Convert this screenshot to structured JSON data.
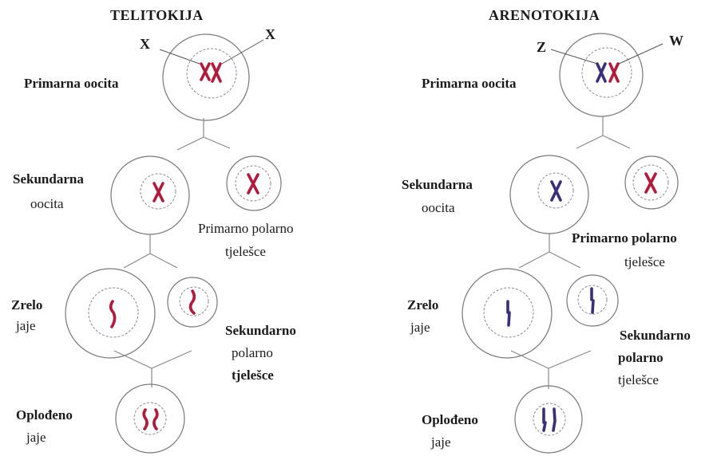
{
  "left": {
    "title": "TELITOKIJA",
    "chr_a": "X",
    "chr_b": "X",
    "primary_oocyte": "Primarna oocita",
    "secondary_oocyte_1": "Sekundarna",
    "secondary_oocyte_2": "oocita",
    "first_polar_1": "Primarno polarno",
    "first_polar_2": "tjelešce",
    "mature_egg_1": "Zrelo",
    "mature_egg_2": "jaje",
    "second_polar_1": "Sekundarno",
    "second_polar_2": "polarno",
    "second_polar_3": "tjelešce",
    "fertilized_1": "Oplođeno",
    "fertilized_2": "jaje"
  },
  "right": {
    "title": "ARENOTOKIJA",
    "chr_a": "Z",
    "chr_b": "W",
    "primary_oocyte": "Primarna oocita",
    "secondary_oocyte_1": "Sekundarna",
    "secondary_oocyte_2": "oocita",
    "first_polar_1": "Primarno polarno",
    "first_polar_2": "tjelešce",
    "mature_egg_1": "Zrelo",
    "mature_egg_2": "jaje",
    "second_polar_1": "Sekundarno",
    "second_polar_2": "polarno",
    "second_polar_3": "tjelešce",
    "fertilized_1": "Oplođeno",
    "fertilized_2": "jaje"
  },
  "colors": {
    "maternal_chromosome": "#b11a3a",
    "paternal_chromosome": "#3a2f7a",
    "cell_outline": "#777777"
  }
}
